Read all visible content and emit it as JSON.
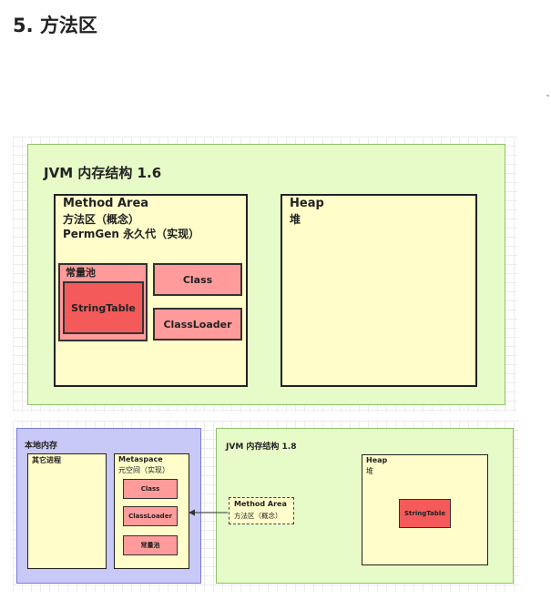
{
  "section_title": "5. 方法区",
  "jvm16": {
    "title": "JVM 内存结构 1.6",
    "method_area": {
      "line1": "Method Area",
      "line2": "方法区（概念）",
      "line3": "PermGen 永久代（实现）"
    },
    "const_pool": {
      "label": "常量池",
      "string_table": "StringTable"
    },
    "class_box": "Class",
    "classloader_box": "ClassLoader",
    "heap": {
      "line1": "Heap",
      "line2": "堆"
    }
  },
  "native_memory": {
    "title": "本地内存",
    "other_processes": "其它进程",
    "metaspace": {
      "line1": "Metaspace",
      "line2": "元空间（实现）",
      "class_box": "Class",
      "classloader_box": "ClassLoader",
      "const_pool": "常量池"
    }
  },
  "jvm18": {
    "title": "JVM 内存结构 1.8",
    "method_area": {
      "line1": "Method Area",
      "line2": "方法区（概念）"
    },
    "heap": {
      "line1": "Heap",
      "line2": "堆",
      "string_table": "StringTable"
    }
  },
  "colors": {
    "green": "#e6fbc8",
    "yellow": "#fffdc9",
    "pink": "#ff9b9b",
    "red": "#f45a5a",
    "lavender": "#c9c9f8"
  }
}
